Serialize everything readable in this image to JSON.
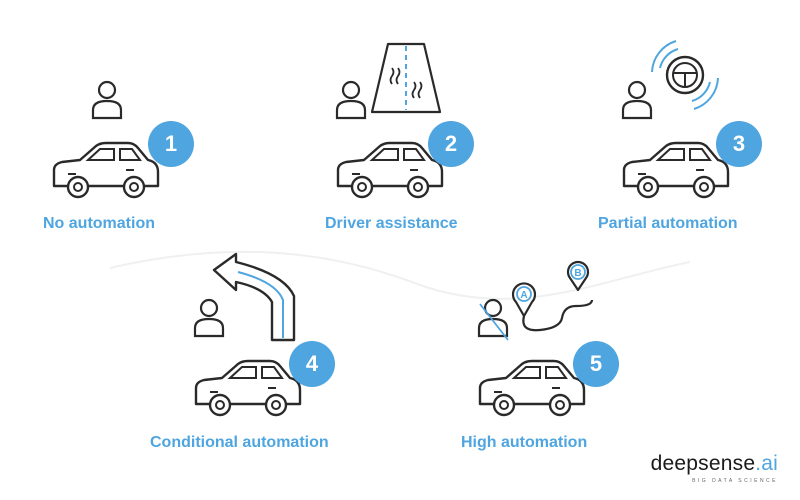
{
  "levels": [
    {
      "number": "1",
      "label": "No automation"
    },
    {
      "number": "2",
      "label": "Driver assistance"
    },
    {
      "number": "3",
      "label": "Partial automation"
    },
    {
      "number": "4",
      "label": "Conditional automation"
    },
    {
      "number": "5",
      "label": "High automation"
    }
  ],
  "route_markers": {
    "start": "A",
    "end": "B"
  },
  "logo": {
    "main": "deepsense",
    "suffix": ".ai",
    "tagline": "BIG DATA SCIENCE"
  },
  "colors": {
    "accent": "#4ea5e0",
    "stroke": "#2a2a2a"
  },
  "icons": [
    "person-icon",
    "car-icon",
    "road-icon",
    "steering-wheel-icon",
    "turn-arrow-icon",
    "route-pin-icon"
  ]
}
